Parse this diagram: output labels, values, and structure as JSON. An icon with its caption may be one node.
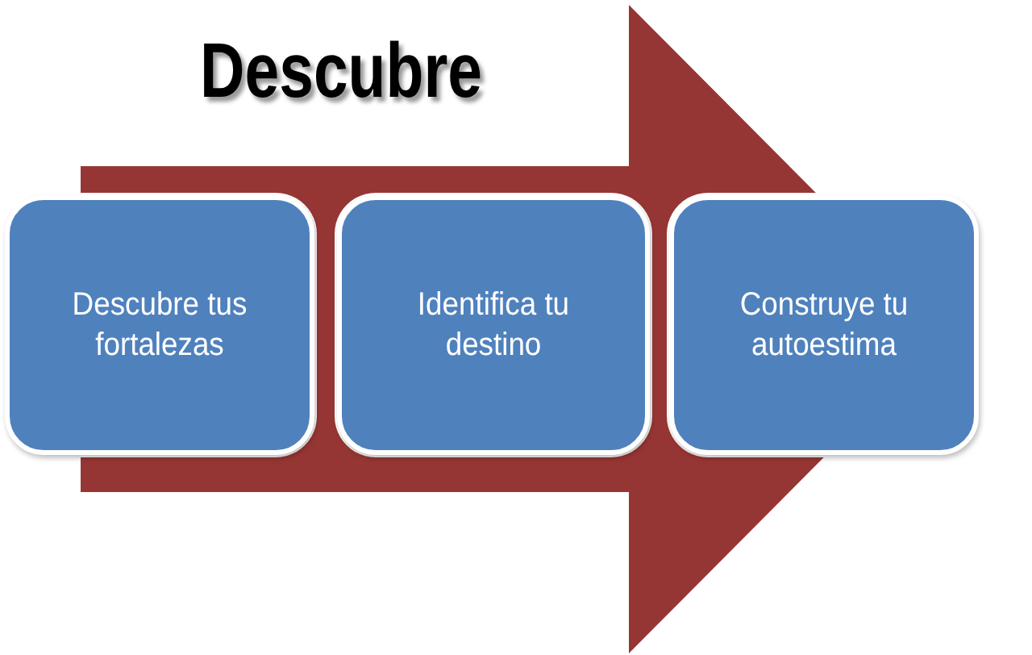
{
  "diagram": {
    "title": "Descubre",
    "nodes": [
      {
        "text": [
          "Descubre tus fortalezas"
        ]
      },
      {
        "text": [
          "Identifica tu destino"
        ]
      },
      {
        "text": [
          "Construye tu autoestima"
        ]
      }
    ],
    "edges": [
      {
        "from": 0,
        "to": 2,
        "arrow": "to"
      }
    ]
  }
}
